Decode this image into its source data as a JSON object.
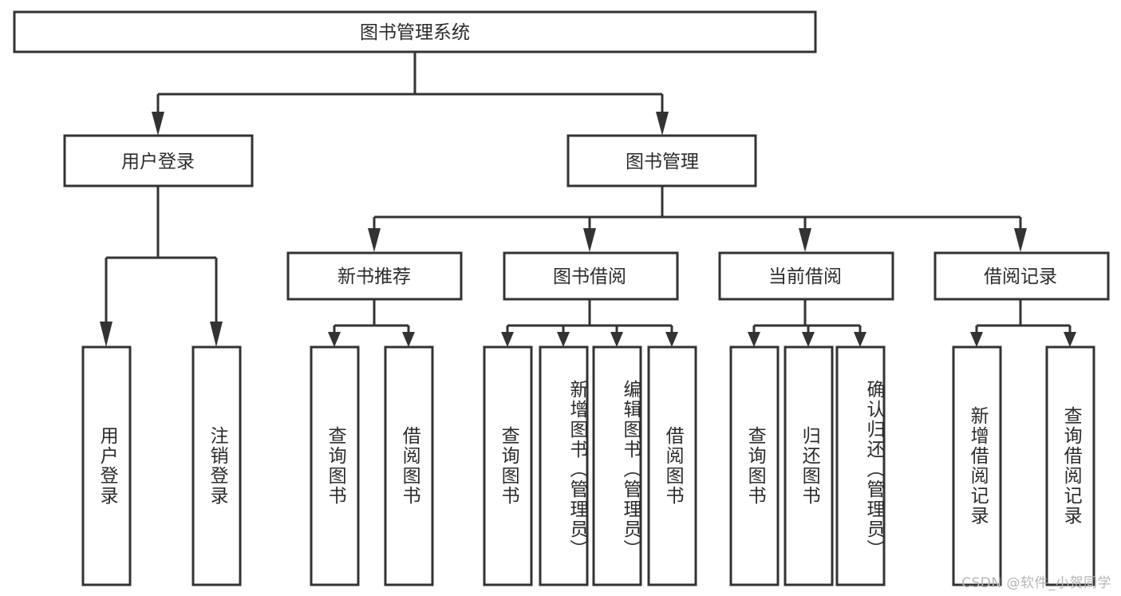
{
  "diagram": {
    "type": "tree",
    "title": "图书管理系统",
    "orientation": "top-down",
    "colors": {
      "box_fill": "#ffffff",
      "box_stroke": "#333333",
      "connector": "#333333",
      "text": "#2b2b2b",
      "background": "#ffffff",
      "watermark": "#b6b6b6"
    },
    "levels": {
      "root": "图书管理系统",
      "level2": [
        "用户登录",
        "图书管理"
      ],
      "level3": [
        "新书推荐",
        "图书借阅",
        "当前借阅",
        "借阅记录"
      ]
    },
    "nodes": {
      "root": {
        "label": "图书管理系统",
        "orientation": "horizontal"
      },
      "user_login": {
        "label": "用户登录",
        "orientation": "horizontal"
      },
      "book_manage": {
        "label": "图书管理",
        "orientation": "horizontal"
      },
      "new_book_rec": {
        "label": "新书推荐",
        "orientation": "horizontal"
      },
      "book_borrow": {
        "label": "图书借阅",
        "orientation": "horizontal"
      },
      "current_borrow": {
        "label": "当前借阅",
        "orientation": "horizontal"
      },
      "borrow_record": {
        "label": "借阅记录",
        "orientation": "horizontal"
      },
      "leaf_user_login": {
        "label": "用户登录",
        "orientation": "vertical"
      },
      "leaf_logout": {
        "label": "注销登录",
        "orientation": "vertical"
      },
      "leaf_query_book_1": {
        "label": "查询图书",
        "orientation": "vertical"
      },
      "leaf_borrow_book_1": {
        "label": "借阅图书",
        "orientation": "vertical"
      },
      "leaf_query_book_2": {
        "label": "查询图书",
        "orientation": "vertical"
      },
      "leaf_add_book": {
        "label": "新增图书（管理员）",
        "orientation": "vertical"
      },
      "leaf_edit_book": {
        "label": "编辑图书（管理员）",
        "orientation": "vertical"
      },
      "leaf_borrow_book_2": {
        "label": "借阅图书",
        "orientation": "vertical"
      },
      "leaf_query_book_3": {
        "label": "查询图书",
        "orientation": "vertical"
      },
      "leaf_return_book": {
        "label": "归还图书",
        "orientation": "vertical"
      },
      "leaf_confirm_return": {
        "label": "确认归还（管理员）",
        "orientation": "vertical"
      },
      "leaf_add_record": {
        "label": "新增借阅记录",
        "orientation": "vertical"
      },
      "leaf_query_record": {
        "label": "查询借阅记录",
        "orientation": "vertical"
      }
    },
    "edges": [
      {
        "from": "图书管理系统",
        "to": "用户登录"
      },
      {
        "from": "图书管理系统",
        "to": "图书管理"
      },
      {
        "from": "用户登录",
        "to": "用户登录"
      },
      {
        "from": "用户登录",
        "to": "注销登录"
      },
      {
        "from": "图书管理",
        "to": "新书推荐"
      },
      {
        "from": "图书管理",
        "to": "图书借阅"
      },
      {
        "from": "图书管理",
        "to": "当前借阅"
      },
      {
        "from": "图书管理",
        "to": "借阅记录"
      },
      {
        "from": "新书推荐",
        "to": "查询图书"
      },
      {
        "from": "新书推荐",
        "to": "借阅图书"
      },
      {
        "from": "图书借阅",
        "to": "查询图书"
      },
      {
        "from": "图书借阅",
        "to": "新增图书（管理员）"
      },
      {
        "from": "图书借阅",
        "to": "编辑图书（管理员）"
      },
      {
        "from": "图书借阅",
        "to": "借阅图书"
      },
      {
        "from": "当前借阅",
        "to": "查询图书"
      },
      {
        "from": "当前借阅",
        "to": "归还图书"
      },
      {
        "from": "当前借阅",
        "to": "确认归还（管理员）"
      },
      {
        "from": "借阅记录",
        "to": "新增借阅记录"
      },
      {
        "from": "借阅记录",
        "to": "查询借阅记录"
      }
    ]
  },
  "watermark": {
    "text": "CSDN @软件_小贺同学"
  }
}
